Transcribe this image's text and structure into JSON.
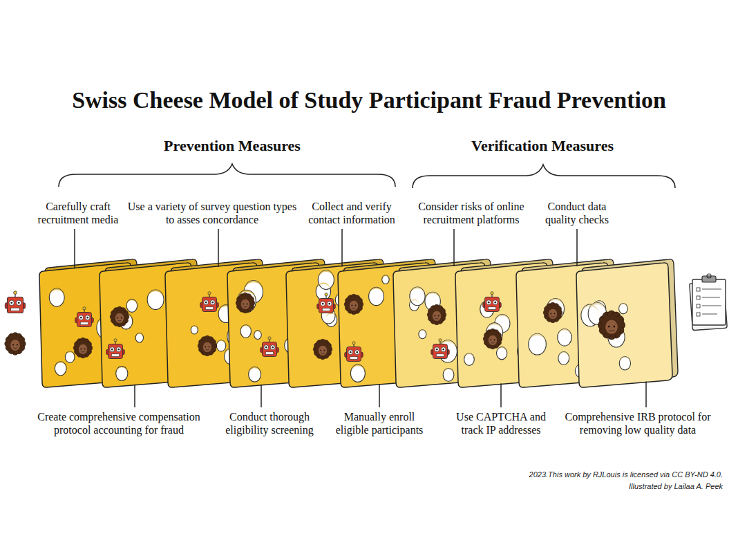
{
  "diagram": {
    "title": "Swiss Cheese Model of Study Participant Fraud Prevention",
    "nodes": [
      {
        "text": [
          "Carefully craft recruitment media"
        ]
      },
      {
        "text": [
          "Create comprehensive compensation protocol accounting for fraud"
        ]
      },
      {
        "text": [
          "Use a variety of survey question types to asses concordance"
        ]
      },
      {
        "text": [
          "Conduct thorough eligibility screening"
        ]
      },
      {
        "text": [
          "Collect and verify contact information"
        ]
      },
      {
        "text": [
          "Manually enroll eligible participants"
        ]
      },
      {
        "text": [
          "Consider risks of online recruitment platforms"
        ]
      },
      {
        "text": [
          "Use CAPTCHA and track IP addresses"
        ]
      },
      {
        "text": [
          "Conduct data quality checks"
        ]
      },
      {
        "text": [
          "Comprehensive IRB protocol for removing low quality data"
        ]
      }
    ],
    "labels": [
      "Prevention Measures",
      "Verification Measures",
      "2023.This work by RJLouis is licensed via CC BY-ND 4.0.",
      "Illustrated by Lailaa A. Peek"
    ]
  }
}
